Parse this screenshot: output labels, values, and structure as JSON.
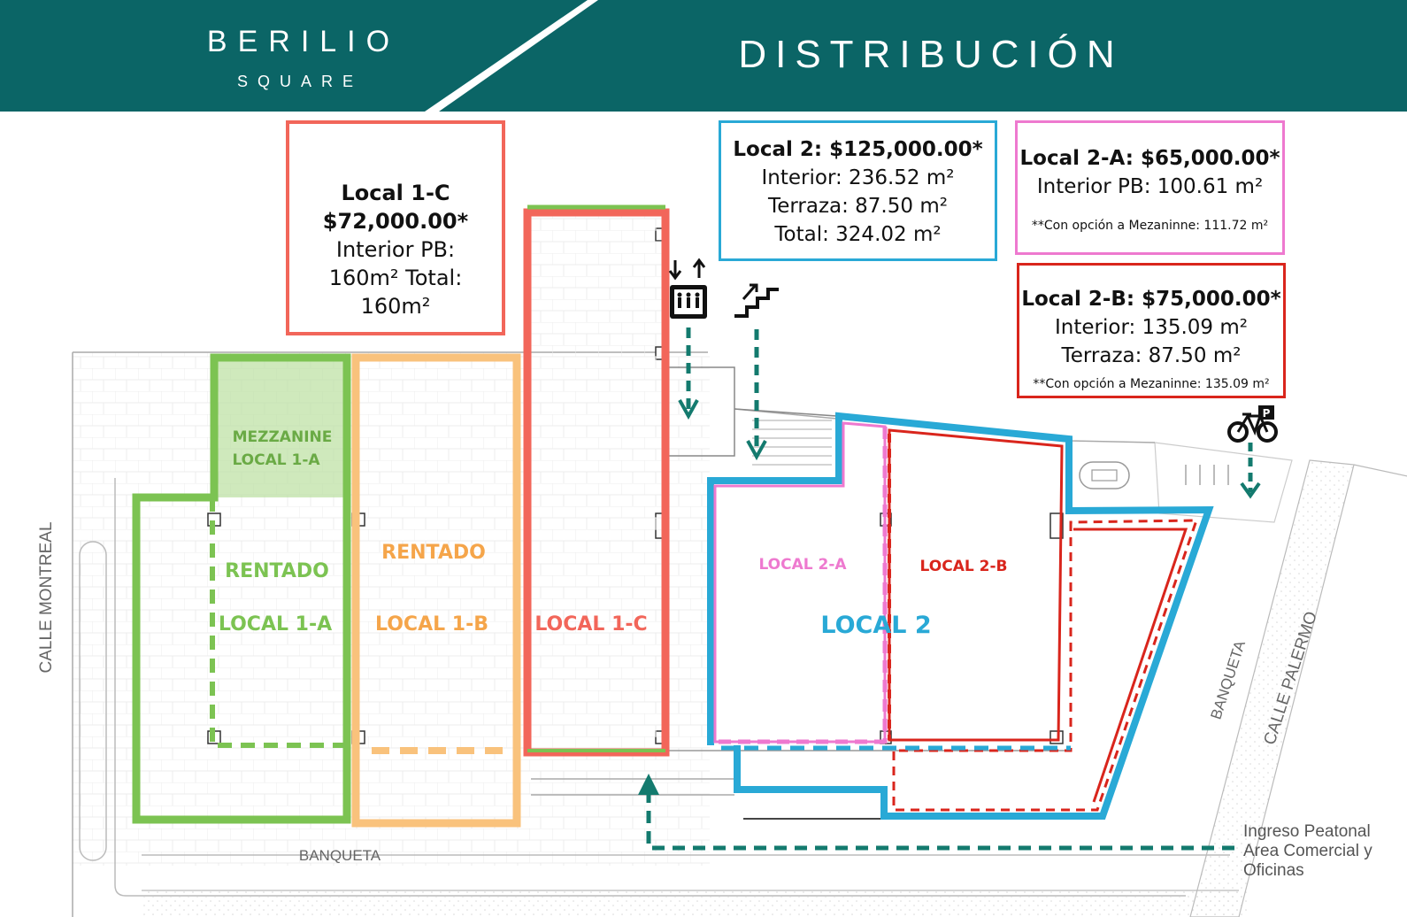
{
  "header": {
    "brand_name": "BERILIO",
    "brand_sub": "SQUARE",
    "title": "DISTRIBUCIÓN"
  },
  "colors": {
    "header_bg": "#0b6566",
    "local_1a": "#7cc352",
    "local_1b": "#f9c27c",
    "local_1c": "#f2665a",
    "local_2": "#29a9d6",
    "local_2a": "#ee79cf",
    "local_2b": "#d9251c",
    "path": "#137a6e"
  },
  "info_boxes": {
    "local_1c": {
      "title_line1": "Local 1-C",
      "title_line2": "$72,000.00*",
      "line1": "Interior PB:",
      "line2": "160m²  Total:",
      "line3": "160m²"
    },
    "local_2": {
      "title": "Local 2: $125,000.00*",
      "line1": "Interior: 236.52 m²",
      "line2": "Terraza: 87.50 m²",
      "line3": "Total: 324.02 m²"
    },
    "local_2a": {
      "title": "Local 2-A: $65,000.00*",
      "line1": "Interior PB: 100.61 m²",
      "note": "**Con opción a Mezaninne: 111.72 m²"
    },
    "local_2b": {
      "title": "Local 2-B: $75,000.00*",
      "line1": "Interior: 135.09 m²",
      "line2": "Terraza: 87.50 m²",
      "note": "**Con opción a Mezaninne: 135.09 m²"
    }
  },
  "plan_labels": {
    "mezzanine_line1": "MEZZANINE",
    "mezzanine_line2": "LOCAL 1-A",
    "rentado_1a": "RENTADO",
    "local_1a": "LOCAL 1-A",
    "rentado_1b": "RENTADO",
    "local_1b": "LOCAL 1-B",
    "local_1c": "LOCAL 1-C",
    "local_2a": "LOCAL 2-A",
    "local_2b": "LOCAL 2-B",
    "local_2": "LOCAL 2"
  },
  "streets": {
    "calle_montreal": "CALLE MONTREAL",
    "banqueta_bottom": "BANQUETA",
    "banqueta_right": "BANQUETA",
    "calle_palermo": "CALLE PALERMO"
  },
  "ingreso": {
    "line1": "Ingreso Peatonal",
    "line2": "Area Comercial y",
    "line3": "Oficinas"
  },
  "icons": [
    "elevator-icon",
    "stairs-icon",
    "bicycle-parking-icon",
    "entry-arrow-icon"
  ]
}
